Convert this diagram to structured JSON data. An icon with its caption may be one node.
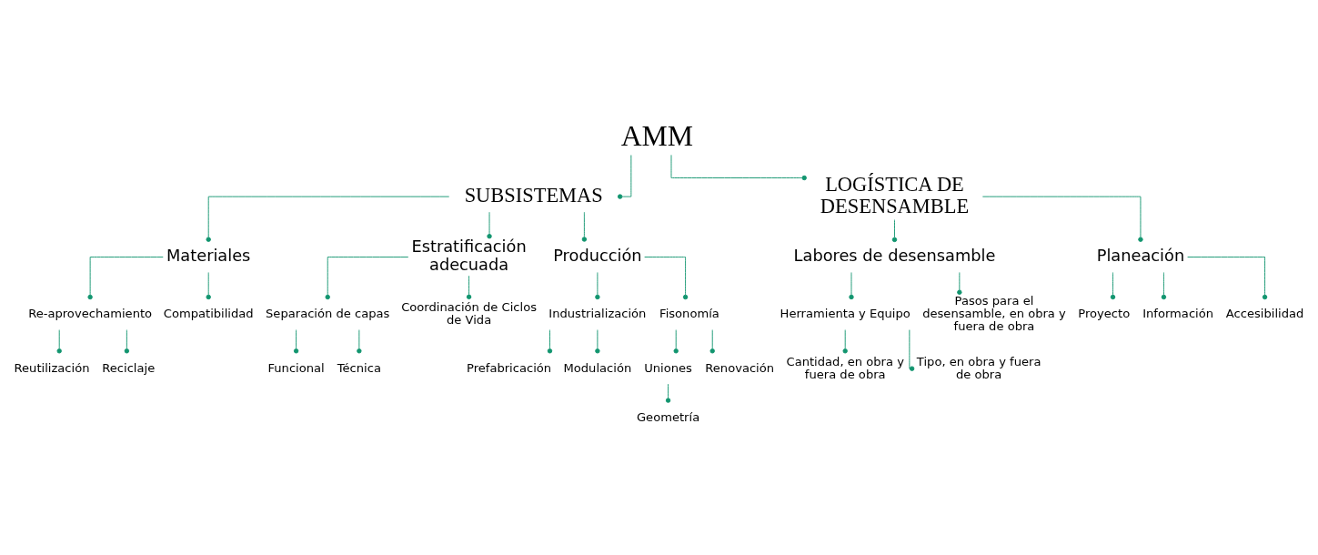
{
  "diagram": {
    "nodes": [
      {
        "text": [
          "AMM"
        ]
      },
      {
        "text": [
          "SUBSISTEMAS"
        ]
      },
      {
        "text": [
          "LOGÍSTICA DE DESENSAMBLE"
        ]
      },
      {
        "text": [
          "Materiales"
        ]
      },
      {
        "text": [
          "Re-aprovechamiento"
        ]
      },
      {
        "text": [
          "Reutilización"
        ]
      },
      {
        "text": [
          "Reciclaje"
        ]
      },
      {
        "text": [
          "Compatibilidad"
        ]
      },
      {
        "text": [
          "Estratificación adecuada"
        ]
      },
      {
        "text": [
          "Separación de capas"
        ]
      },
      {
        "text": [
          "Funcional"
        ]
      },
      {
        "text": [
          "Técnica"
        ]
      },
      {
        "text": [
          "Coordinación de Ciclos de Vida"
        ]
      },
      {
        "text": [
          "Producción"
        ]
      },
      {
        "text": [
          "Industrialización"
        ]
      },
      {
        "text": [
          "Prefabricación"
        ]
      },
      {
        "text": [
          "Modulación"
        ]
      },
      {
        "text": [
          "Fisonomía"
        ]
      },
      {
        "text": [
          "Uniones"
        ]
      },
      {
        "text": [
          "Geometría"
        ]
      },
      {
        "text": [
          "Renovación"
        ]
      },
      {
        "text": [
          "Labores de desensamble"
        ]
      },
      {
        "text": [
          "Herramienta y Equipo"
        ]
      },
      {
        "text": [
          "Cantidad, en obra y fuera de obra"
        ]
      },
      {
        "text": [
          "Tipo, en obra y fuera de obra"
        ]
      },
      {
        "text": [
          "Pasos para el desensamble, en obra y fuera de obra"
        ]
      },
      {
        "text": [
          "Planeación"
        ]
      },
      {
        "text": [
          "Proyecto"
        ]
      },
      {
        "text": [
          "Información"
        ]
      },
      {
        "text": [
          "Accesibilidad"
        ]
      }
    ],
    "edges": [
      {
        "from": 0,
        "to": 1,
        "arrow": "other"
      },
      {
        "from": 0,
        "to": 2,
        "arrow": "other"
      },
      {
        "from": 1,
        "to": 3,
        "arrow": "other"
      },
      {
        "from": 1,
        "to": 8,
        "arrow": "other"
      },
      {
        "from": 1,
        "to": 13,
        "arrow": "other"
      },
      {
        "from": 3,
        "to": 4,
        "arrow": "other"
      },
      {
        "from": 4,
        "to": 5,
        "arrow": "other"
      },
      {
        "from": 4,
        "to": 6,
        "arrow": "other"
      },
      {
        "from": 3,
        "to": 7,
        "arrow": "other"
      },
      {
        "from": 8,
        "to": 9,
        "arrow": "other"
      },
      {
        "from": 9,
        "to": 10,
        "arrow": "other"
      },
      {
        "from": 9,
        "to": 11,
        "arrow": "other"
      },
      {
        "from": 8,
        "to": 12,
        "arrow": "other"
      },
      {
        "from": 13,
        "to": 14,
        "arrow": "other"
      },
      {
        "from": 14,
        "to": 15,
        "arrow": "other"
      },
      {
        "from": 14,
        "to": 16,
        "arrow": "other"
      },
      {
        "from": 13,
        "to": 17,
        "arrow": "other"
      },
      {
        "from": 17,
        "to": 18,
        "arrow": "other"
      },
      {
        "from": 18,
        "to": 19,
        "arrow": "other"
      },
      {
        "from": 17,
        "to": 20,
        "arrow": "other"
      },
      {
        "from": 2,
        "to": 21,
        "arrow": "other"
      },
      {
        "from": 2,
        "to": 26,
        "arrow": "other"
      },
      {
        "from": 21,
        "to": 22,
        "arrow": "other"
      },
      {
        "from": 22,
        "to": 23,
        "arrow": "other"
      },
      {
        "from": 22,
        "to": 24,
        "arrow": "other"
      },
      {
        "from": 21,
        "to": 25,
        "arrow": "other"
      },
      {
        "from": 26,
        "to": 27,
        "arrow": "other"
      },
      {
        "from": 26,
        "to": 28,
        "arrow": "other"
      },
      {
        "from": 26,
        "to": 29,
        "arrow": "other"
      }
    ]
  }
}
